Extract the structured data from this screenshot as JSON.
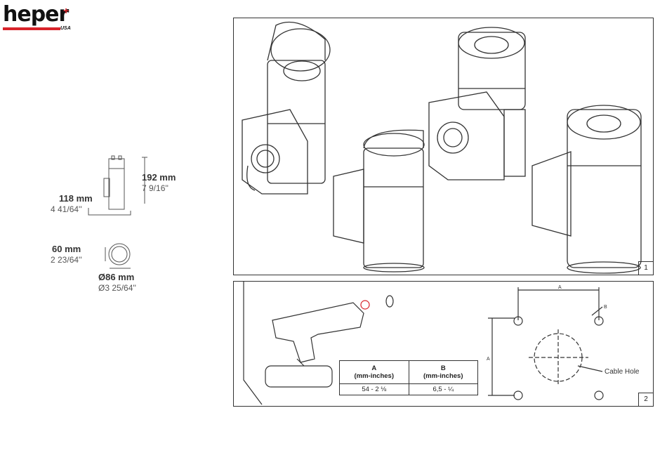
{
  "brand": {
    "name": "heper",
    "suffix": "USA"
  },
  "dimensions": {
    "height": {
      "mm": "192 mm",
      "inch": "7 9/16''"
    },
    "depth": {
      "mm": "118 mm",
      "inch": "4 41/64''"
    },
    "width": {
      "mm": "60 mm",
      "inch": "2 23/64''"
    },
    "diameter": {
      "mm": "Ø86 mm",
      "inch": "Ø3 25/64''"
    }
  },
  "panel1": {
    "number": "1"
  },
  "panel2": {
    "number": "2",
    "table": {
      "col_a_header": "A",
      "col_a_unit": "(mm-inches)",
      "col_b_header": "B",
      "col_b_unit": "(mm-inches)",
      "col_a_value": "54 - 2 ⅛",
      "col_b_value": "6,5 - ¼"
    },
    "drawing": {
      "label_a_top": "A",
      "label_a_side": "A",
      "label_b": "B",
      "cable_hole": "Cable Hole"
    }
  }
}
